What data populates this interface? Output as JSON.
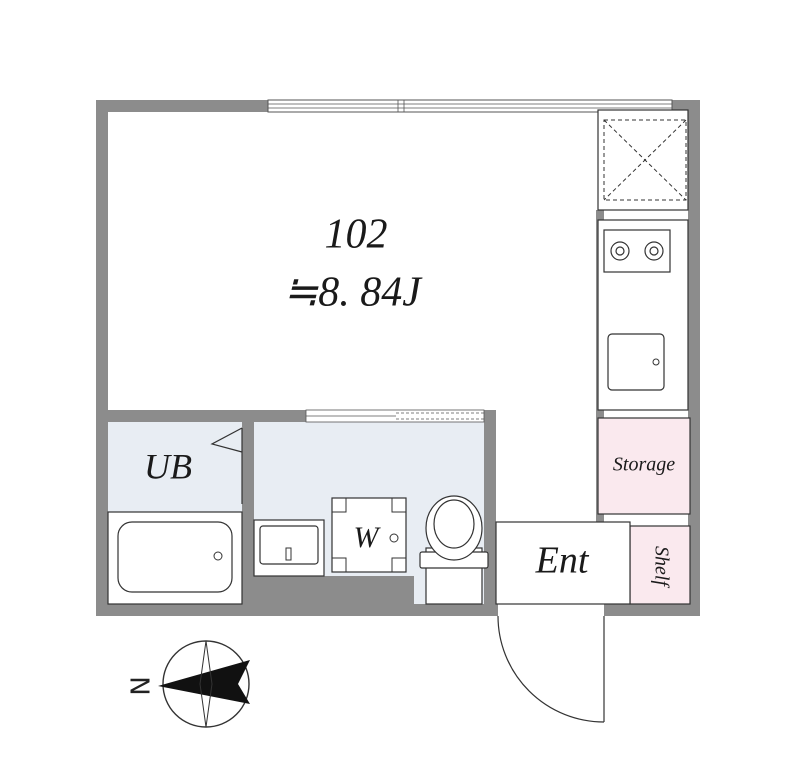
{
  "plan": {
    "unit_number": "102",
    "area": "≒8. 84J",
    "rooms": {
      "unit_bath": "UB",
      "washer": "W",
      "entrance": "Ent",
      "storage": "Storage",
      "shelf": "Shelf"
    },
    "compass": {
      "north_label": "N",
      "icon": "north-arrow-icon"
    },
    "colors": {
      "wall": "#8c8c8c",
      "wet_area": "#e8edf3",
      "storage_fill": "#fae9ee",
      "line": "#333333"
    }
  }
}
